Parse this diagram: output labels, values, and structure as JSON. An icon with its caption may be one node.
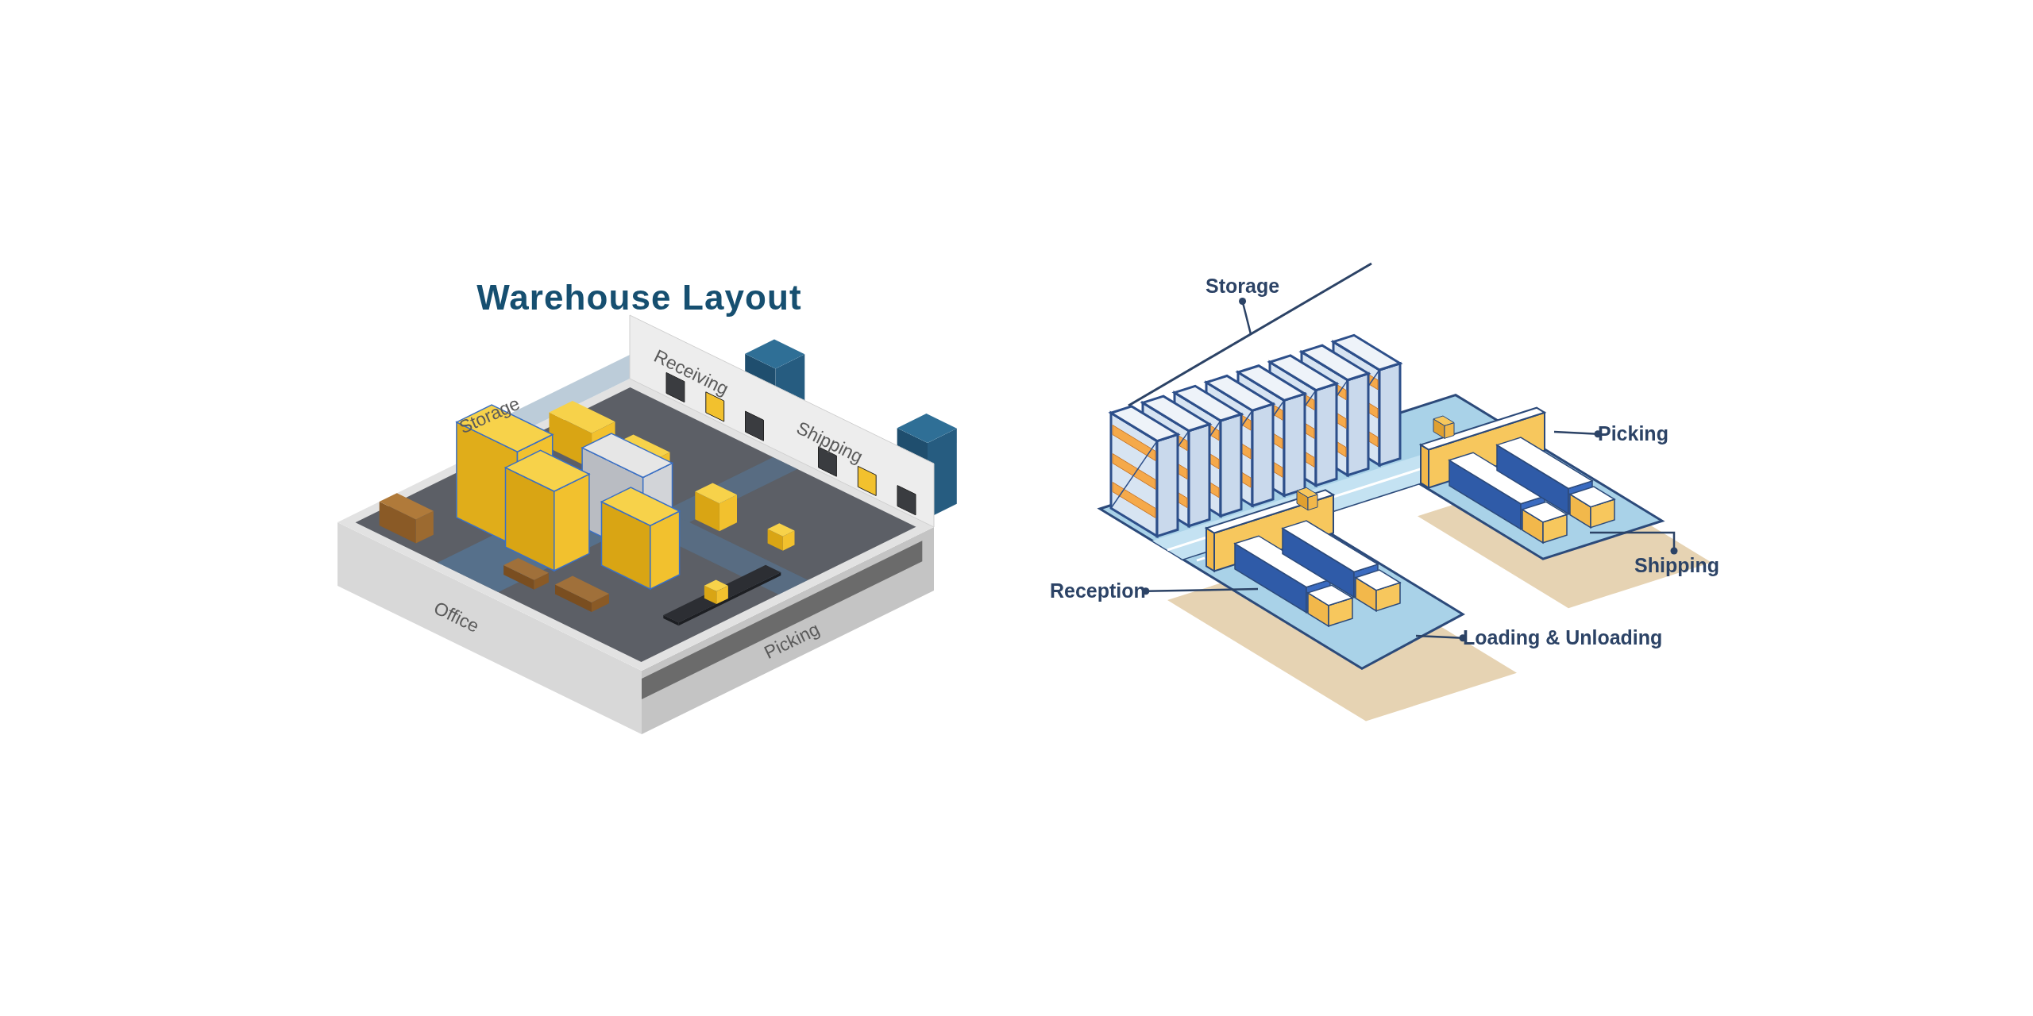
{
  "diagram": {
    "title": "Warehouse Layout",
    "nodes": [
      {
        "text": [
          "Storage"
        ]
      },
      {
        "text": [
          "Picking"
        ]
      },
      {
        "text": [
          "Shipping"
        ]
      },
      {
        "text": [
          "Reception"
        ]
      },
      {
        "text": [
          "Loading & Unloading"
        ]
      }
    ],
    "edges": [
      {
        "from": 0,
        "to": null,
        "arrow": "other"
      },
      {
        "from": 1,
        "to": null,
        "arrow": "other"
      },
      {
        "from": 2,
        "to": null,
        "arrow": "other"
      },
      {
        "from": 3,
        "to": null,
        "arrow": "other"
      },
      {
        "from": 4,
        "to": null,
        "arrow": "other"
      }
    ],
    "labels": [
      "Storage",
      "Receiving",
      "Shipping",
      "Office",
      "Picking"
    ]
  }
}
